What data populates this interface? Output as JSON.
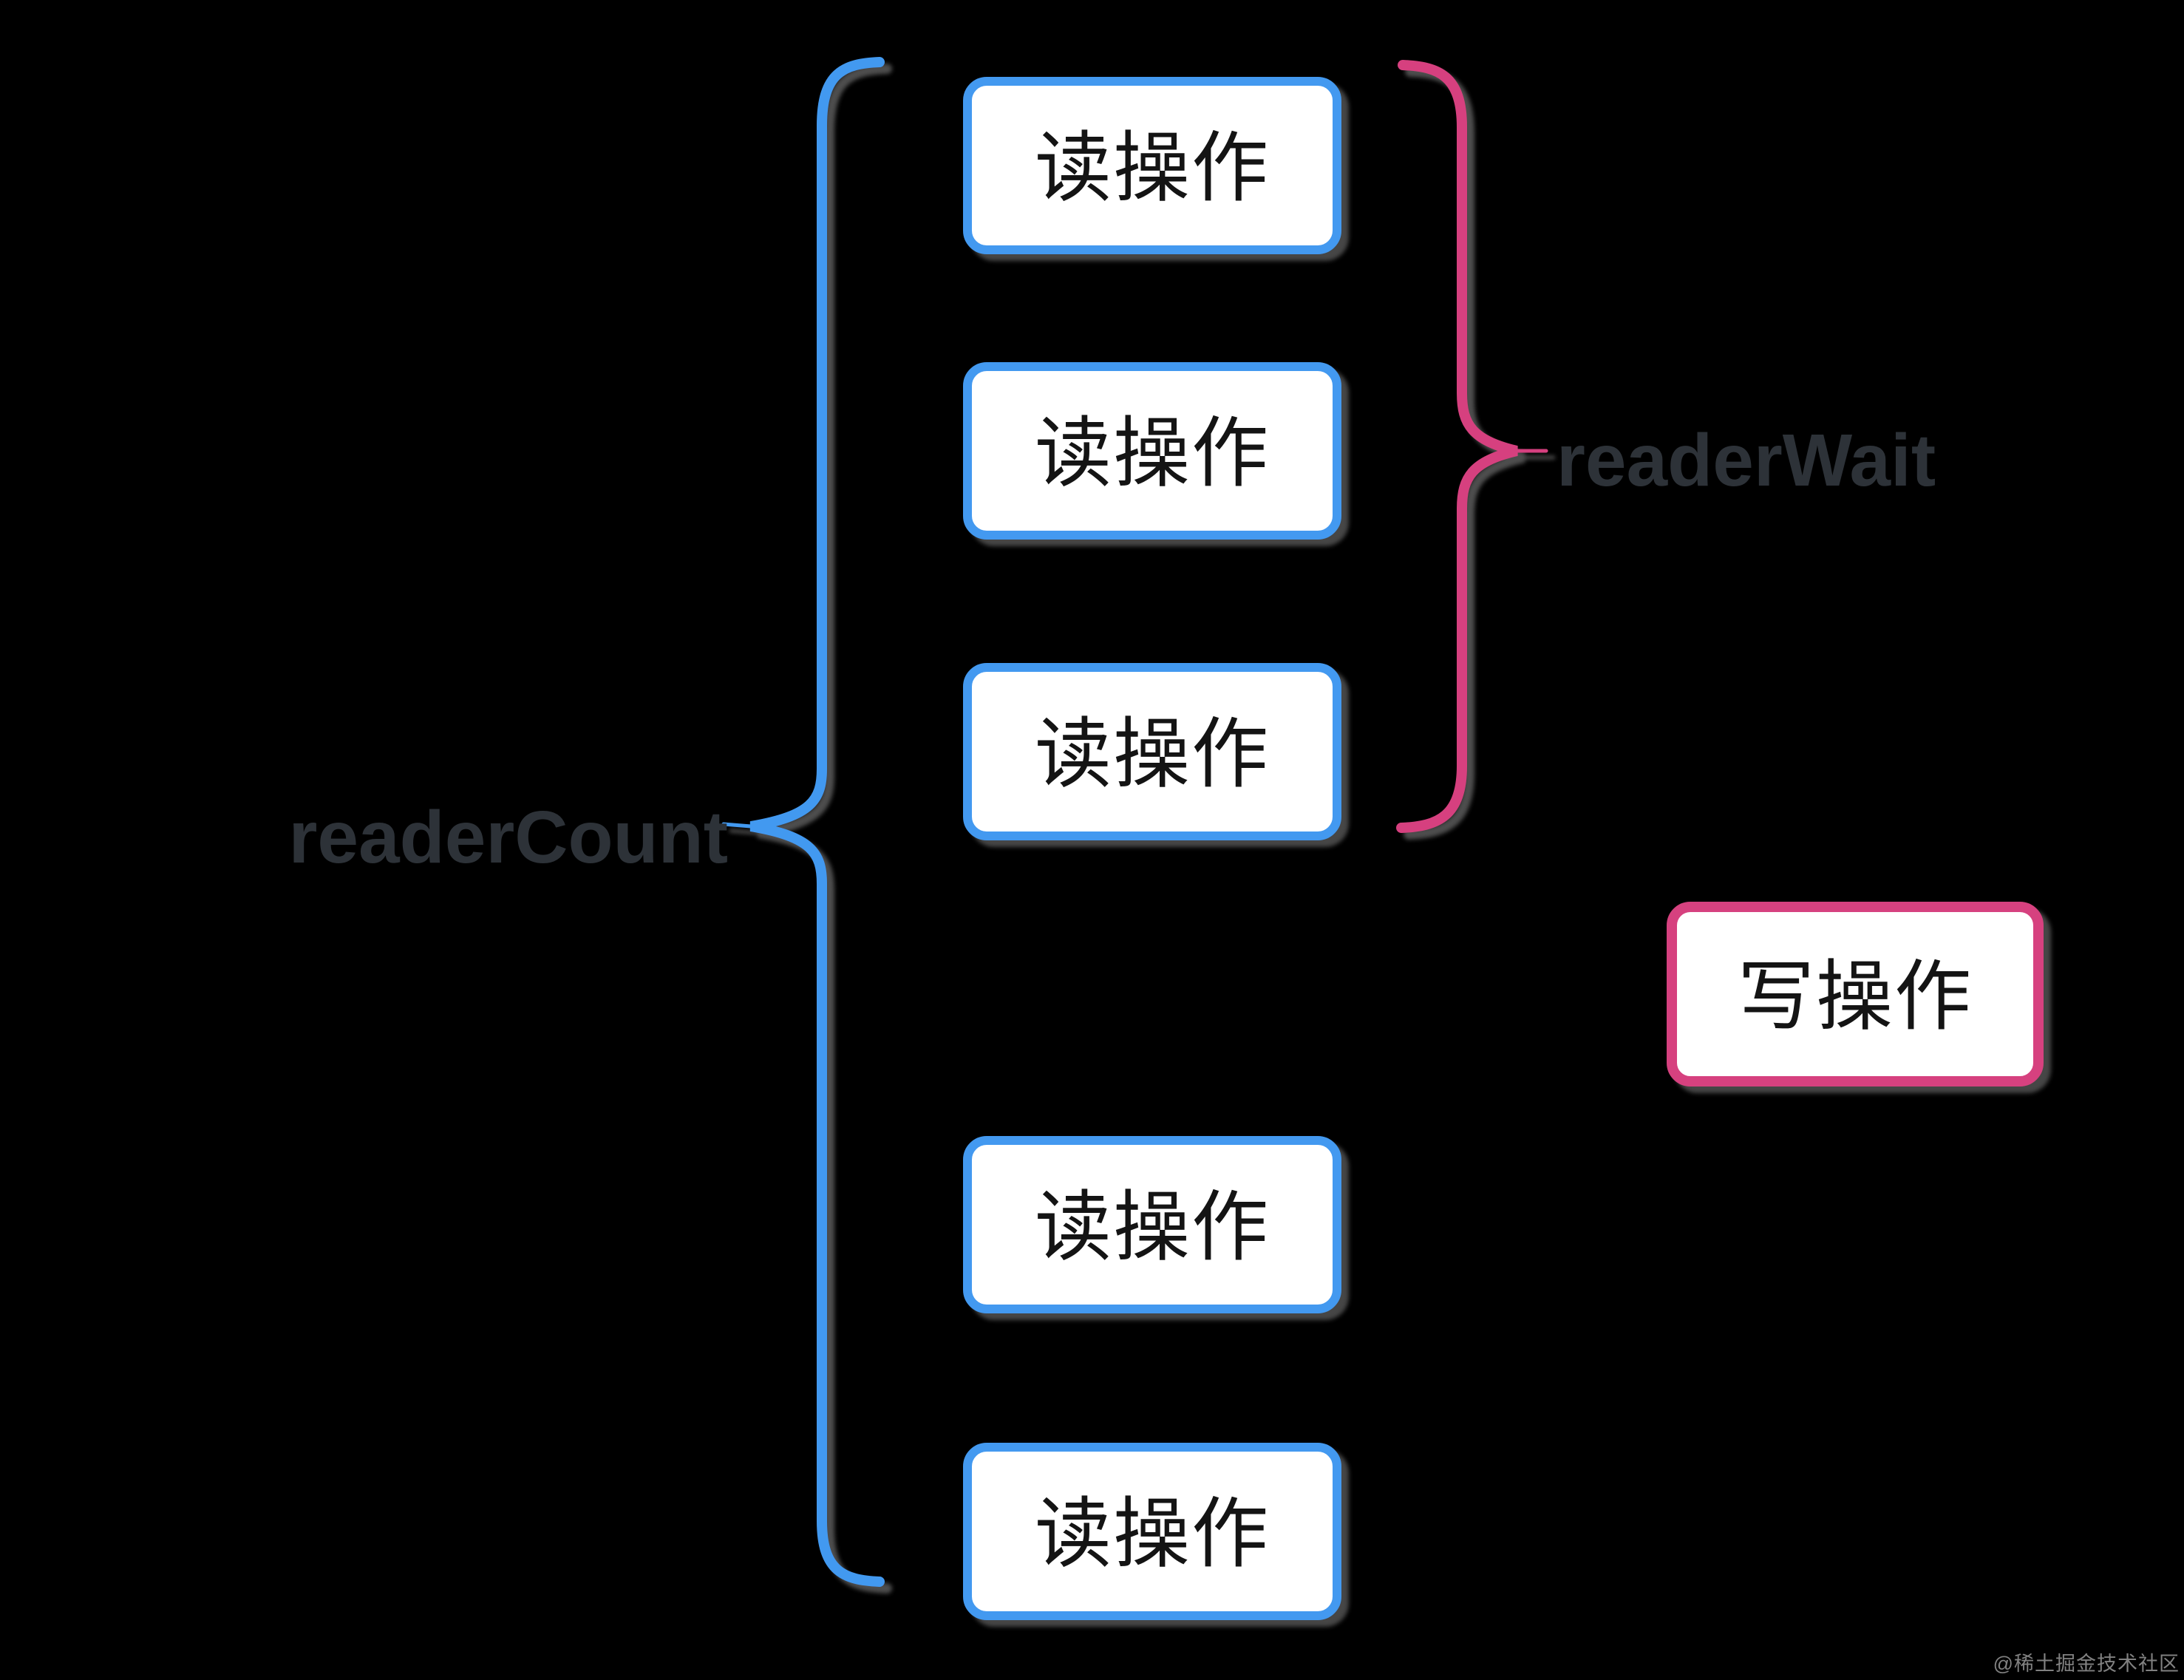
{
  "read_boxes": [
    {
      "label": "读操作"
    },
    {
      "label": "读操作"
    },
    {
      "label": "读操作"
    },
    {
      "label": "读操作"
    },
    {
      "label": "读操作"
    }
  ],
  "write_box": {
    "label": "写操作"
  },
  "annotations": {
    "reader_count": "readerCount",
    "reader_wait": "readerWait"
  },
  "colors": {
    "background": "#000000",
    "read_accent": "#4399F0",
    "write_accent": "#D6417F",
    "box_fill": "#FFFFFF",
    "box_text": "#141414",
    "annotation_text": "#2D3238",
    "shadow": "#8C8C8C"
  },
  "watermark": {
    "text": "@稀土掘金技术社区"
  }
}
